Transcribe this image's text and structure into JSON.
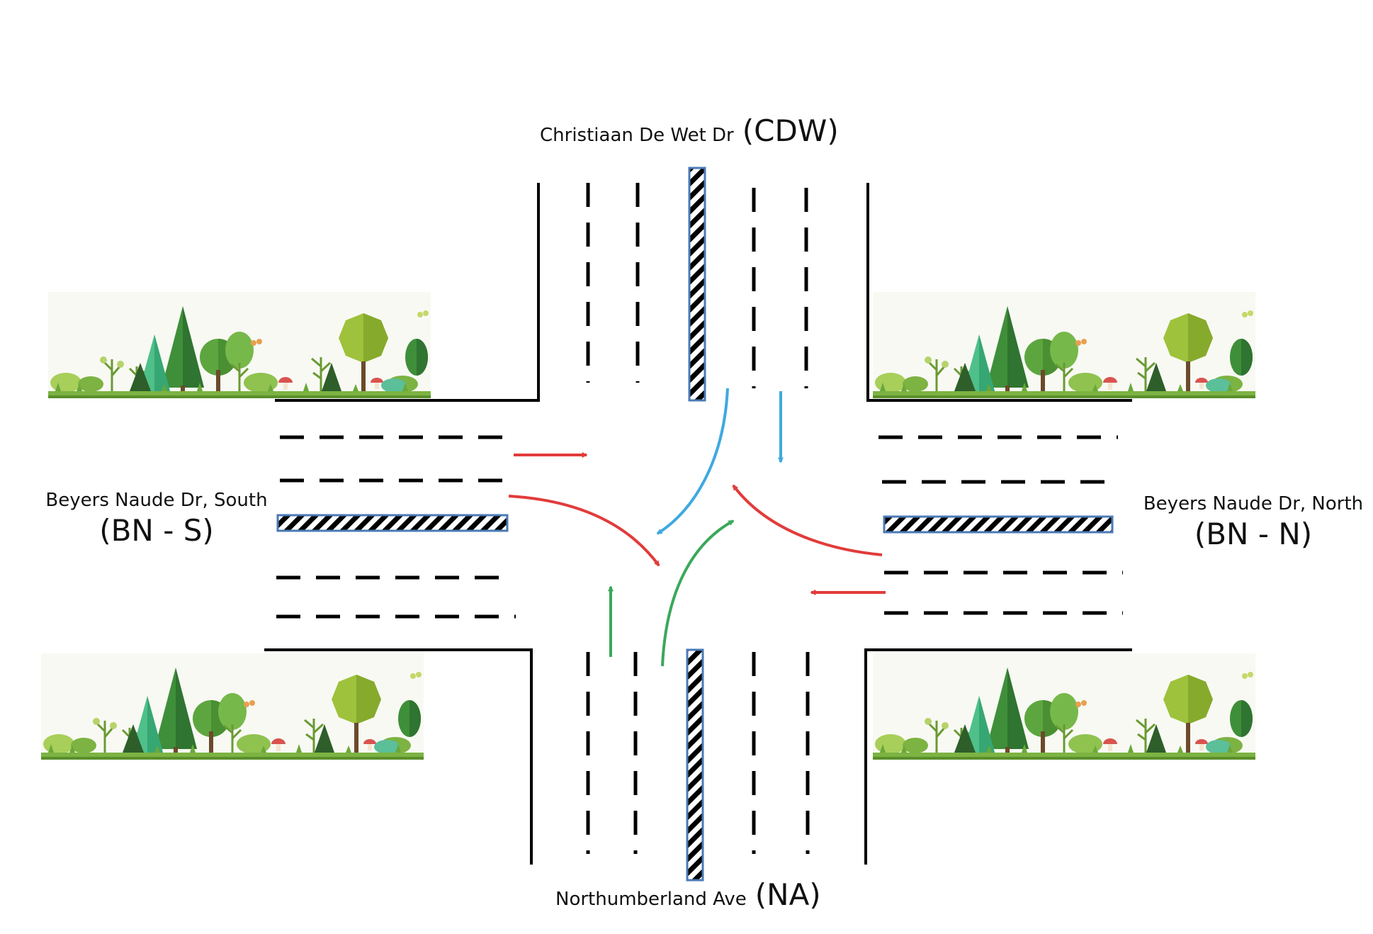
{
  "roads": {
    "north": {
      "name": "Christiaan De Wet Dr",
      "code": "(CDW)"
    },
    "south": {
      "name": "Northumberland Ave",
      "code": "(NA)"
    },
    "west": {
      "name": "Beyers Naude Dr, South",
      "code": "(BN - S)"
    },
    "east": {
      "name": "Beyers Naude Dr, North",
      "code": "(BN - N)"
    }
  },
  "colors": {
    "curb": "#000000",
    "lane_marking": "#000000",
    "median_border": "#4a7ab5",
    "arrow_bn_s": "#e23b3b",
    "arrow_bn_n": "#e23b3b",
    "arrow_cdw": "#3fa9e0",
    "arrow_na": "#3aa85a",
    "grass": "#7cb342",
    "tree_dark": "#3f8f3a",
    "tree_light": "#9ec23c"
  },
  "movements": [
    {
      "from": "BN - S",
      "turn": "straight",
      "color": "red"
    },
    {
      "from": "BN - S",
      "turn": "right",
      "color": "red"
    },
    {
      "from": "BN - N",
      "turn": "straight",
      "color": "red"
    },
    {
      "from": "BN - N",
      "turn": "right",
      "color": "red"
    },
    {
      "from": "CDW",
      "turn": "straight",
      "color": "blue"
    },
    {
      "from": "CDW",
      "turn": "right",
      "color": "blue"
    },
    {
      "from": "NA",
      "turn": "straight",
      "color": "green"
    },
    {
      "from": "NA",
      "turn": "right",
      "color": "green"
    }
  ]
}
